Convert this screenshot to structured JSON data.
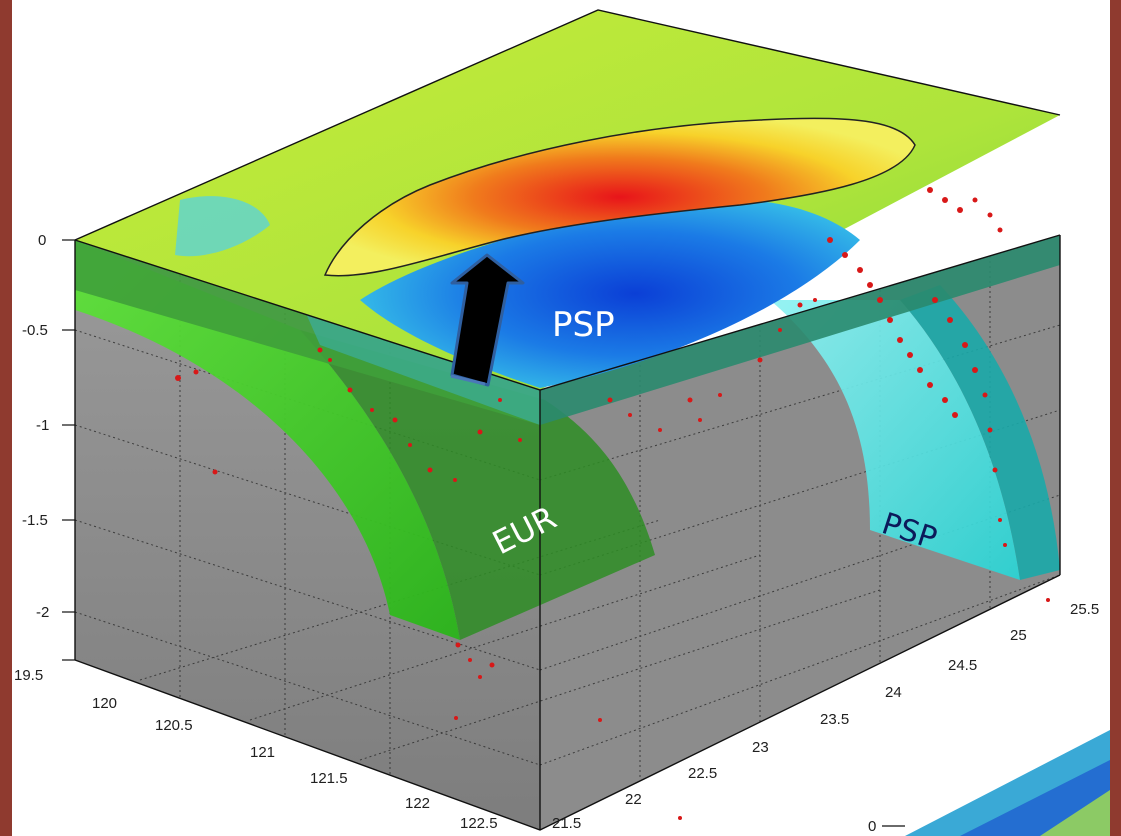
{
  "labels": {
    "plate_top": "PSP",
    "plate_eur": "EUR",
    "plate_psp_slab": "PSP"
  },
  "axes": {
    "z_ticks": [
      "0",
      "-0.5",
      "-1",
      "-1.5",
      "-2"
    ],
    "x_ticks": [
      "19.5",
      "120",
      "120.5",
      "121",
      "121.5",
      "122",
      "122.5"
    ],
    "y_ticks": [
      "21.5",
      "22",
      "22.5",
      "23",
      "23.5",
      "24",
      "24.5",
      "25",
      "25.5"
    ],
    "inset_tick": "0"
  },
  "colors": {
    "frame": "#8f3a2f",
    "eur_slab": "#38d21f",
    "psp_slab": "#3fe6e6",
    "land_peak": "#e8141a",
    "ocean_deep": "#0b3fd6",
    "quake": "#d81818"
  },
  "icons": {
    "arrow": "arrow-up-icon"
  }
}
